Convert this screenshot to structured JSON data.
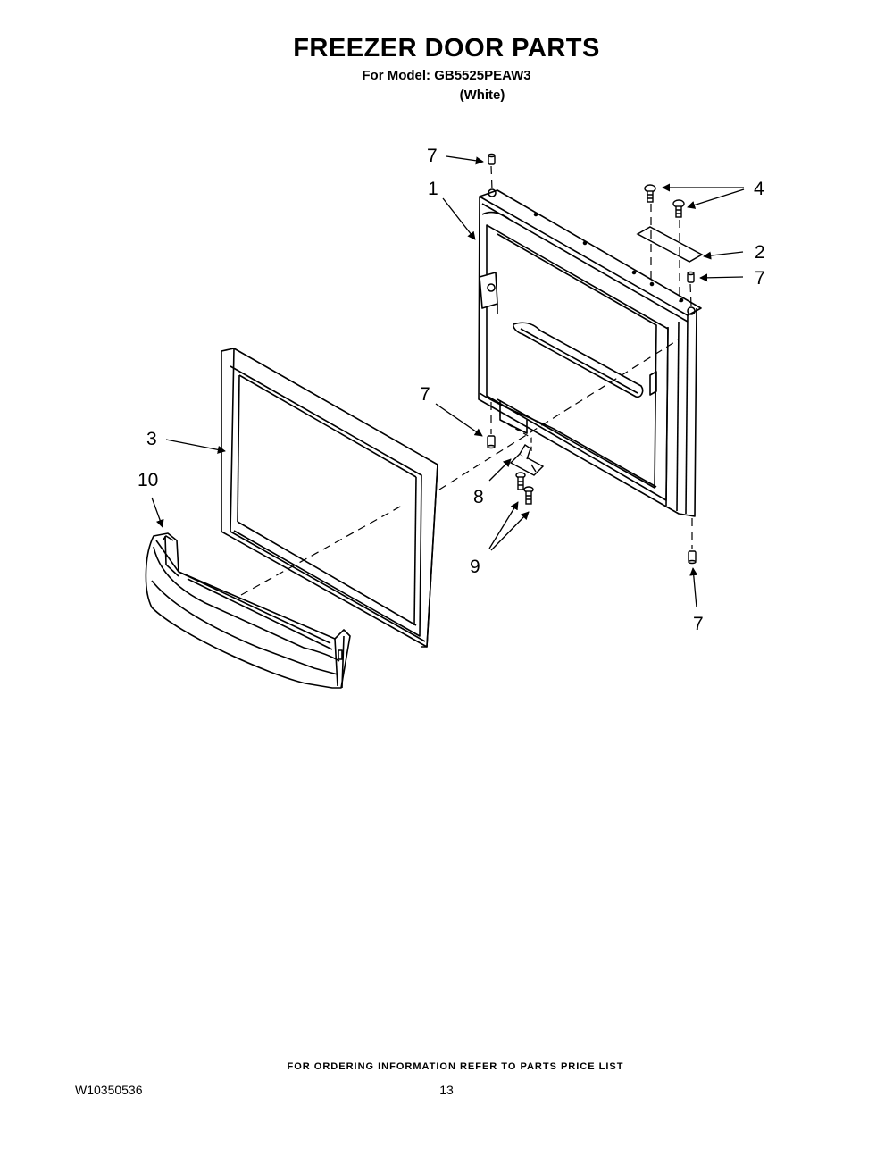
{
  "header": {
    "title": "FREEZER DOOR PARTS",
    "model_line": "For Model: GB5525PEAW3",
    "color_line": "(White)"
  },
  "callouts": {
    "c1": "1",
    "c2": "2",
    "c3": "3",
    "c4": "4",
    "c7a": "7",
    "c7b": "7",
    "c7c": "7",
    "c7d": "7",
    "c8": "8",
    "c9": "9",
    "c10": "10"
  },
  "footer": {
    "ordering_note": "FOR ORDERING INFORMATION REFER TO PARTS PRICE LIST",
    "doc_number": "W10350536",
    "page_number": "13"
  }
}
